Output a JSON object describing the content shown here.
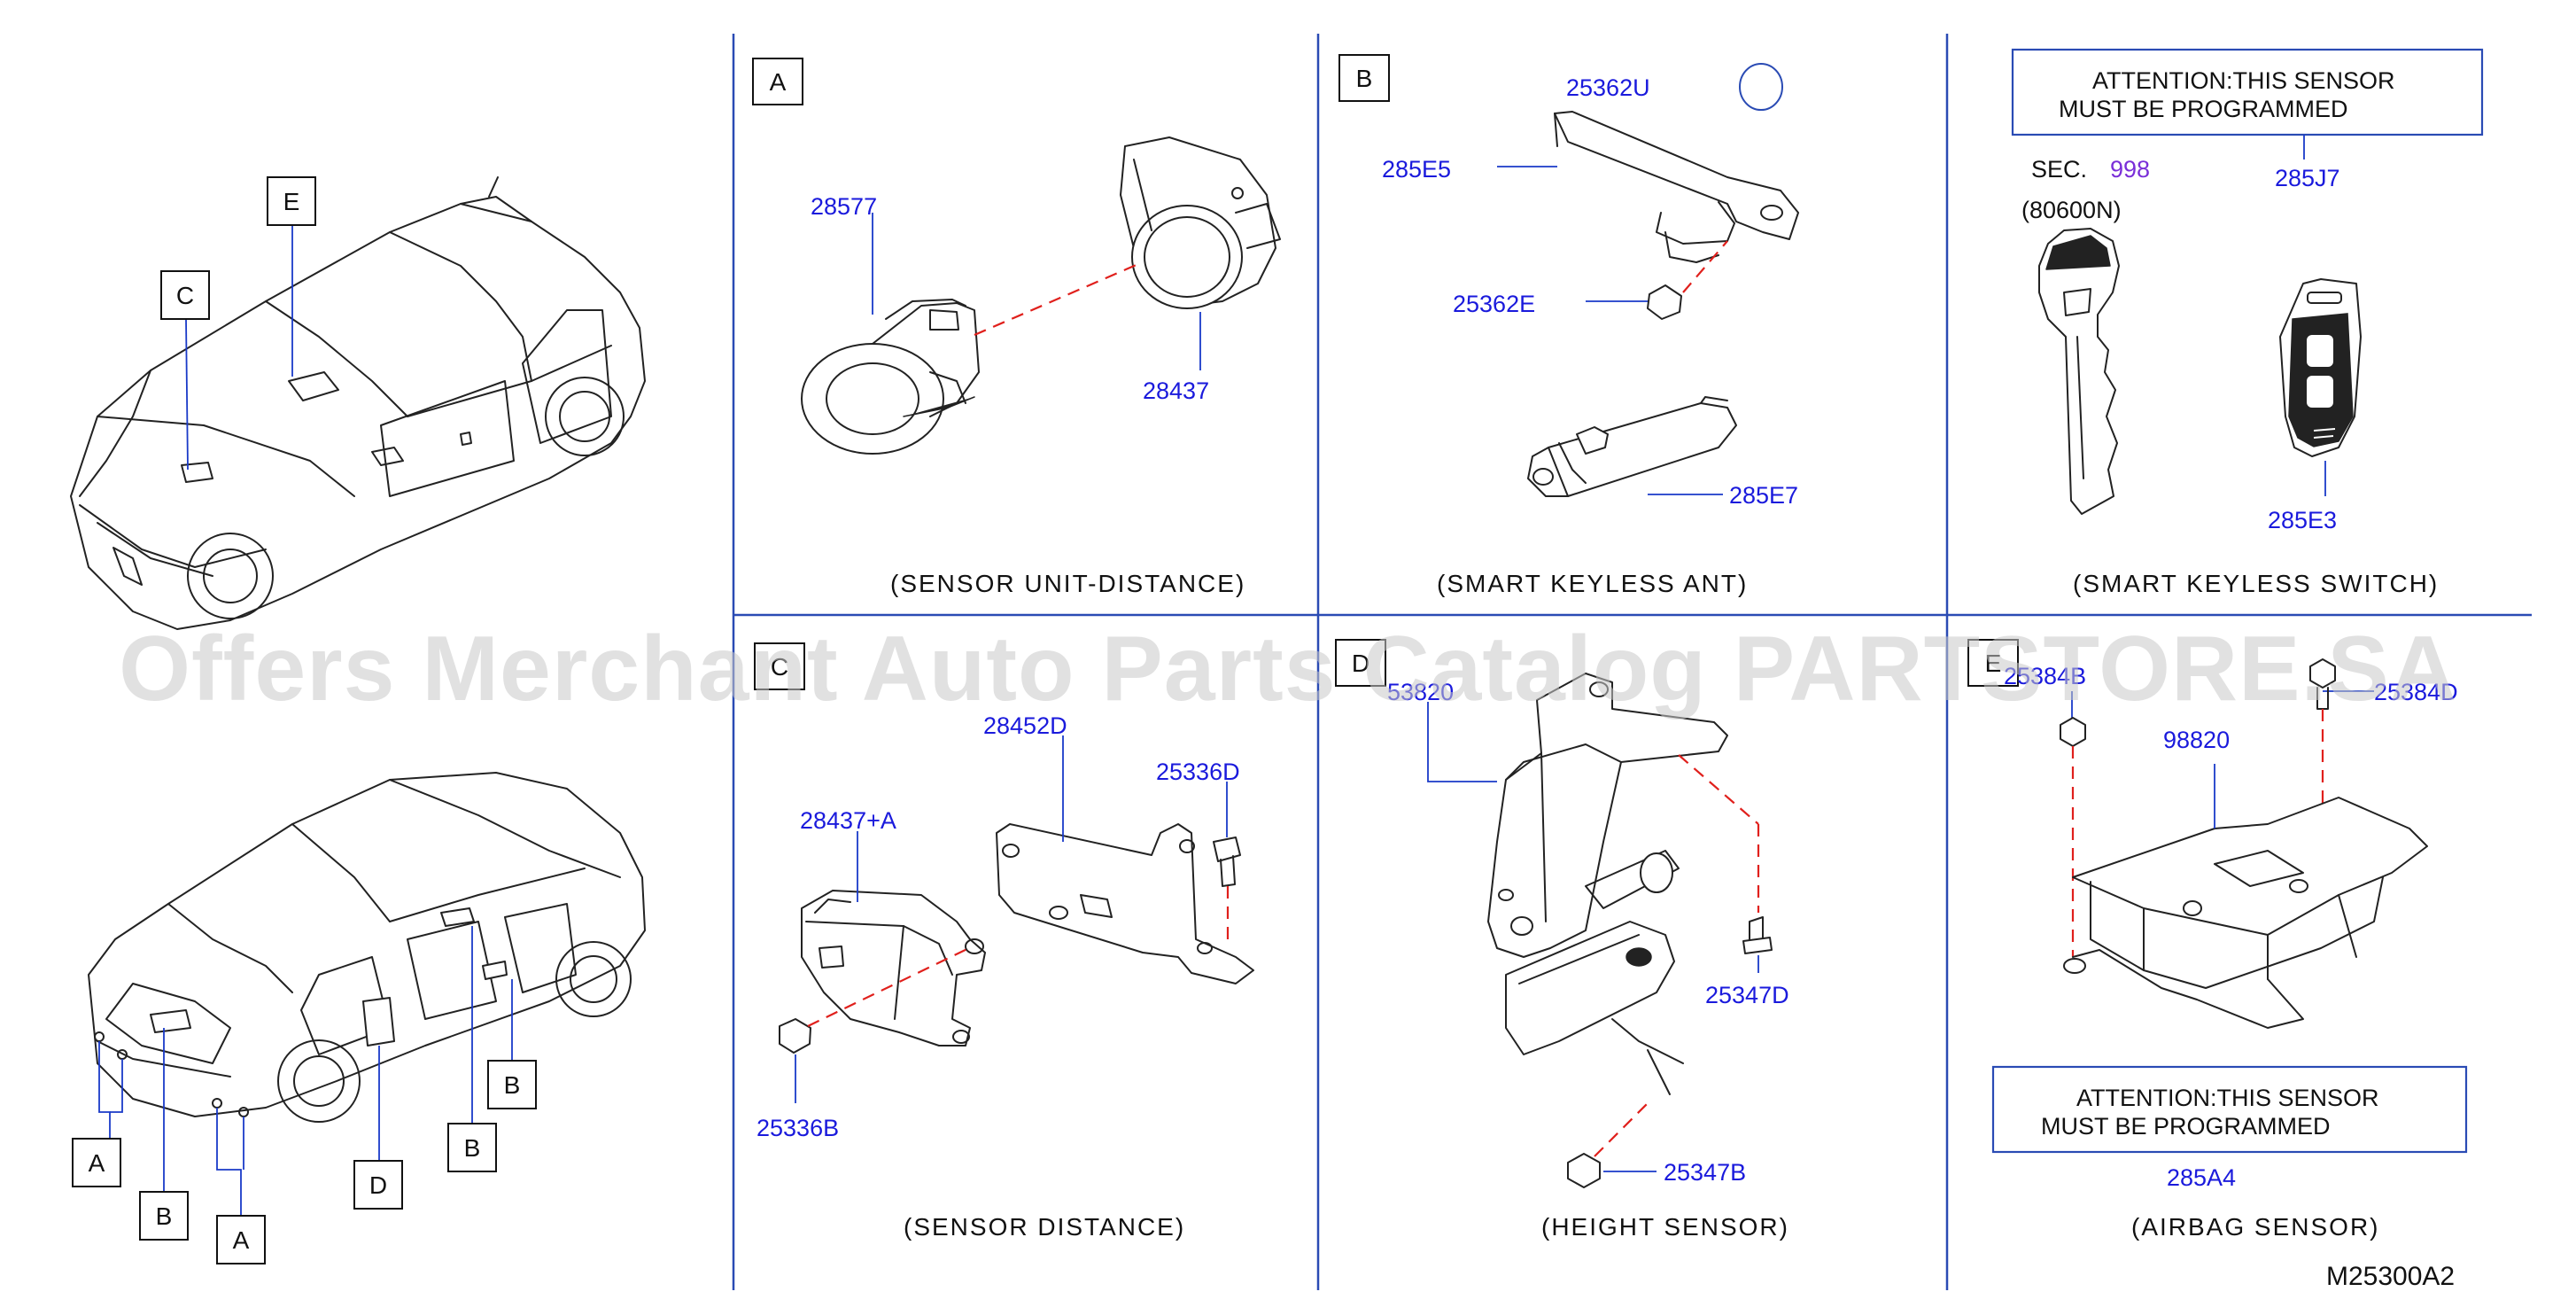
{
  "watermark": "Offers Merchant Auto Parts Catalog PARTSTORE.SA",
  "diagram_code": "M25300A2",
  "overview": {
    "callouts_front": [
      "E",
      "C"
    ],
    "callouts_rear": [
      "A",
      "B",
      "A",
      "D",
      "B",
      "B"
    ]
  },
  "panels": {
    "A": {
      "letter": "A",
      "caption": "(SENSOR   UNIT-DISTANCE)",
      "parts": [
        "28577",
        "28437"
      ]
    },
    "B": {
      "letter": "B",
      "caption": "(SMART   KEYLESS   ANT)",
      "parts": [
        "25362U",
        "285E5",
        "25362E",
        "285E7"
      ]
    },
    "KEY": {
      "caption": "(SMART   KEYLESS   SWITCH)",
      "attention_line1": "ATTENTION:THIS   SENSOR",
      "attention_line2": "MUST   BE   PROGRAMMED",
      "sec_label": "SEC.",
      "sec_number": "998",
      "sec_code": "(80600N)",
      "parts": [
        "285J7",
        "285E3"
      ]
    },
    "C": {
      "letter": "C",
      "caption": "(SENSOR   DISTANCE)",
      "parts": [
        "28452D",
        "25336D",
        "28437+A",
        "25336B"
      ]
    },
    "D": {
      "letter": "D",
      "caption": "(HEIGHT   SENSOR)",
      "parts": [
        "53820",
        "25347D",
        "25347B"
      ]
    },
    "E": {
      "letter": "E",
      "caption": "(AIRBAG   SENSOR)",
      "attention_line1": "ATTENTION:THIS   SENSOR",
      "attention_line2": "MUST   BE   PROGRAMMED",
      "parts": [
        "25384B",
        "25384D",
        "98820",
        "285A4"
      ]
    }
  },
  "colors": {
    "part_number": "#1a1adc",
    "section_number": "#7a2fd8",
    "divider": "#2a4bb4",
    "exploded_line": "#e0201c",
    "watermark": "#c8c8c8"
  }
}
